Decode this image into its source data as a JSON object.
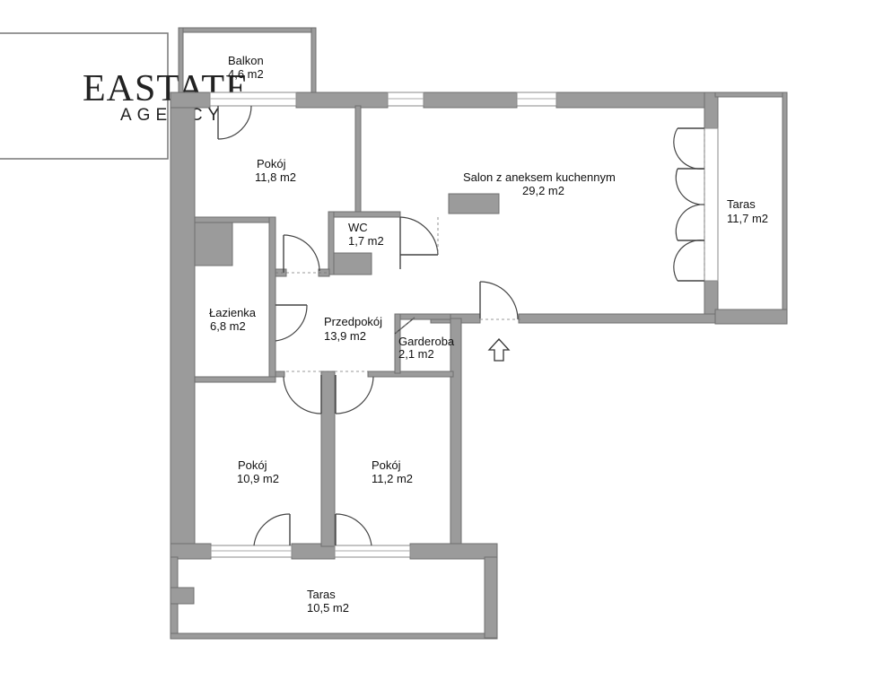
{
  "logo": {
    "main": "EASTATE",
    "sub": "AGENCY"
  },
  "rooms": {
    "balkon": {
      "name": "Balkon",
      "area": "4,6 m2"
    },
    "pokoj_top": {
      "name": "Pokój",
      "area": "11,8 m2"
    },
    "salon": {
      "name": "Salon z aneksem kuchennym",
      "area": "29,2 m2"
    },
    "wc": {
      "name": "WC",
      "area": "1,7 m2"
    },
    "taras_right": {
      "name": "Taras",
      "area": "11,7 m2"
    },
    "lazienka": {
      "name": "Łazienka",
      "area": "6,8 m2"
    },
    "przedpokoj": {
      "name": "Przedpokój",
      "area": "13,9 m2"
    },
    "garderoba": {
      "name": "Garderoba",
      "area": "2,1 m2"
    },
    "pokoj_left": {
      "name": "Pokój",
      "area": "10,9 m2"
    },
    "pokoj_right": {
      "name": "Pokój",
      "area": "11,2 m2"
    },
    "taras_bottom": {
      "name": "Taras",
      "area": "10,5 m2"
    }
  },
  "icons": {
    "entrance": "entrance-arrow-icon"
  }
}
